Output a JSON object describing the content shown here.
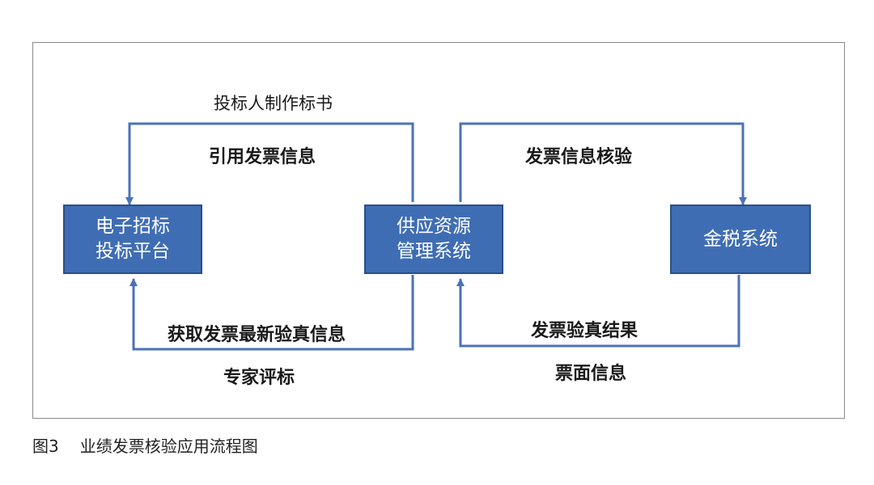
{
  "nodes": {
    "bidding_platform": {
      "line1": "电子招标",
      "line2": "投标平台"
    },
    "supply_system": {
      "line1": "供应资源",
      "line2": "管理系统"
    },
    "tax_system": {
      "label": "金税系统"
    }
  },
  "edges": {
    "bidder_make_tender": "投标人制作标书",
    "cite_invoice_info": "引用发票信息",
    "get_latest_verification": "获取发票最新验真信息",
    "expert_evaluation": "专家评标",
    "invoice_info_check": "发票信息核验",
    "invoice_verification_result": "发票验真结果",
    "invoice_face_info": "票面信息"
  },
  "caption": {
    "number": "图3",
    "title": "业绩发票核验应用流程图"
  },
  "colors": {
    "box_fill": "#3f6db4",
    "line": "#4a72b8",
    "box_text": "#ffffff"
  }
}
